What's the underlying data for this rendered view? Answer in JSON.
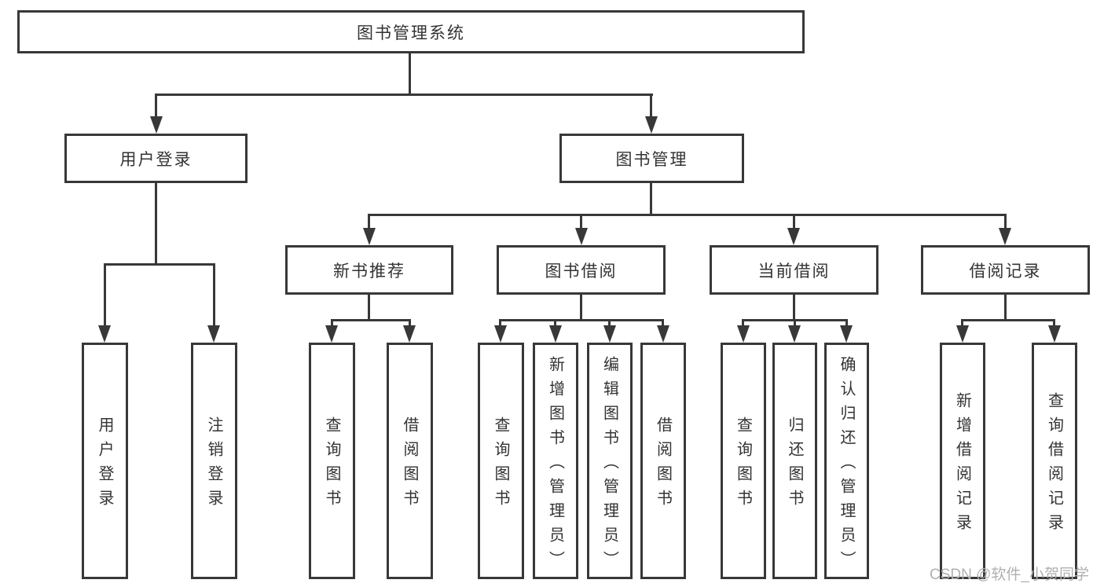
{
  "diagram": {
    "tree": {
      "label": "图书管理系统",
      "children": [
        {
          "label": "用户登录",
          "children": [
            {
              "label": "用户登录"
            },
            {
              "label": "注销登录"
            }
          ]
        },
        {
          "label": "图书管理",
          "children": [
            {
              "label": "新书推荐",
              "children": [
                {
                  "label": "查询图书"
                },
                {
                  "label": "借阅图书"
                }
              ]
            },
            {
              "label": "图书借阅",
              "children": [
                {
                  "label": "查询图书"
                },
                {
                  "label": "新增图书（管理员）"
                },
                {
                  "label": "编辑图书（管理员）"
                },
                {
                  "label": "借阅图书"
                }
              ]
            },
            {
              "label": "当前借阅",
              "children": [
                {
                  "label": "查询图书"
                },
                {
                  "label": "归还图书"
                },
                {
                  "label": "确认归还（管理员）"
                }
              ]
            },
            {
              "label": "借阅记录",
              "children": [
                {
                  "label": "新增借阅记录"
                },
                {
                  "label": "查询借阅记录"
                }
              ]
            }
          ]
        }
      ]
    },
    "watermark": "CSDN @软件_小贺同学",
    "colors": {
      "line": "#383838",
      "box_border": "#383838",
      "text": "#333333",
      "watermark": "#b0b0b0",
      "background": "#ffffff"
    }
  }
}
